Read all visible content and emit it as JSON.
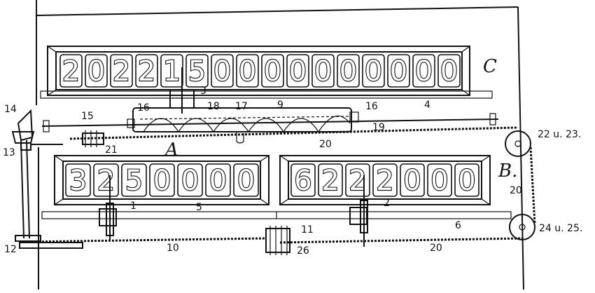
{
  "counters": {
    "C": {
      "letter": "C",
      "digits": "2022150000000000"
    },
    "A": {
      "letter": "A",
      "digits": "3250000"
    },
    "B": {
      "letter": "B.",
      "digits": "6222000"
    }
  },
  "labels": {
    "l1": "1",
    "l2": "2",
    "l3": "3",
    "l4": "4",
    "l5": "5",
    "l6": "6",
    "l9": "9",
    "l10": "10",
    "l11": "11",
    "l12": "12",
    "l13": "13",
    "l14": "14",
    "l15": "15",
    "l16a": "16",
    "l16b": "16",
    "l17": "17",
    "l18": "18",
    "l19": "19",
    "l20a": "20",
    "l20b": "20",
    "l20c": "20",
    "l21": "21",
    "l22": "22 u. 23.",
    "l24": "24 u. 25.",
    "l26": "26"
  }
}
